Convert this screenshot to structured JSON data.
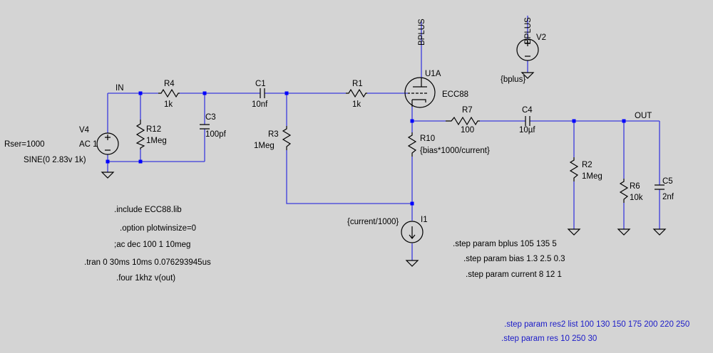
{
  "labels": {
    "in": "IN",
    "out": "OUT",
    "bplus": "BPLUS"
  },
  "components": {
    "r4": {
      "name": "R4",
      "value": "1k"
    },
    "r12": {
      "name": "R12",
      "value": "1Meg"
    },
    "c3": {
      "name": "C3",
      "value": "100pf"
    },
    "c1": {
      "name": "C1",
      "value": "10nf"
    },
    "r3": {
      "name": "R3",
      "value": "1Meg"
    },
    "r1": {
      "name": "R1",
      "value": "1k"
    },
    "u1a": {
      "name": "U1A",
      "value": "ECC88"
    },
    "r7": {
      "name": "R7",
      "value": "100"
    },
    "c4": {
      "name": "C4",
      "value": "10µf"
    },
    "r10": {
      "name": "R10",
      "value": "{bias*1000/current}"
    },
    "r2": {
      "name": "R2",
      "value": "1Meg"
    },
    "r6": {
      "name": "R6",
      "value": "10k"
    },
    "c5": {
      "name": "C5",
      "value": "2nf"
    },
    "i1": {
      "name": "I1",
      "value": "{current/1000}"
    },
    "v2": {
      "name": "V2",
      "value": "{bplus}"
    },
    "v4": {
      "name": "V4",
      "value": "AC 1",
      "rser": "Rser=1000",
      "sine": "SINE(0 2.83v 1k)"
    }
  },
  "directives": {
    "include": ".include ECC88.lib",
    "option": ".option plotwinsize=0",
    "ac": ";ac dec 100 1 10meg",
    "tran": ".tran 0 30ms 10ms  0.076293945us",
    "four": ".four 1khz v(out)",
    "step_bplus": ".step param bplus 105 135 5",
    "step_bias": ".step param bias 1.3 2.5 0.3",
    "step_current": ".step param current 8 12 1",
    "step_res2": ".step param res2 list 100 130 150 175 200 220 250",
    "step_res": ".step param res 10 250 30"
  }
}
